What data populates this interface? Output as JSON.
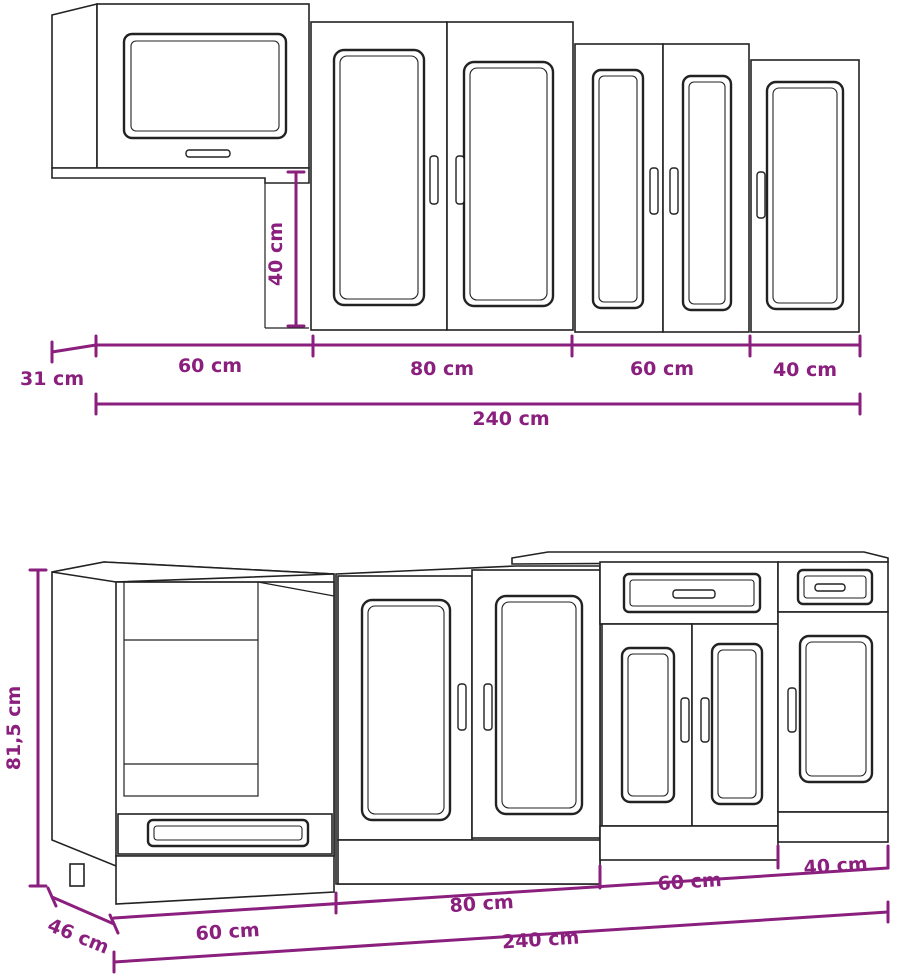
{
  "upper": {
    "depth": "31 cm",
    "height": "40 cm",
    "widths": [
      "60 cm",
      "80 cm",
      "60 cm",
      "40 cm"
    ],
    "total": "240 cm"
  },
  "lower": {
    "depth": "46 cm",
    "height": "81,5 cm",
    "widths": [
      "60 cm",
      "80 cm",
      "60 cm",
      "40 cm"
    ],
    "total": "240 cm"
  },
  "colors": {
    "dimension": "#8a1f7e",
    "line": "#222222"
  }
}
